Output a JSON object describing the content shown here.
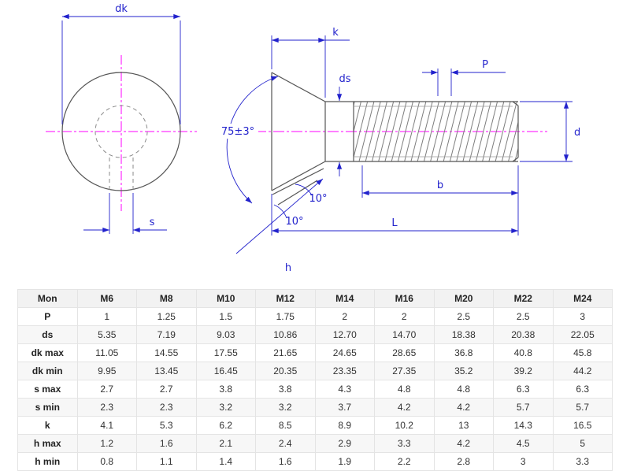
{
  "drawing": {
    "labels": {
      "dk": "dk",
      "s": "s",
      "k": "k",
      "ds": "ds",
      "p": "P",
      "d": "d",
      "b": "b",
      "l": "L",
      "h": "h",
      "head_angle": "75±3°",
      "neck_angle_1": "10°",
      "neck_angle_2": "10°"
    },
    "colors": {
      "dimension": "#2222cc",
      "centerline": "#ff00ff",
      "outline": "#555555"
    }
  },
  "table": {
    "headers": [
      "Mon",
      "M6",
      "M8",
      "M10",
      "M12",
      "M14",
      "M16",
      "M20",
      "M22",
      "M24"
    ],
    "rows": [
      {
        "label": "P",
        "values": [
          "1",
          "1.25",
          "1.5",
          "1.75",
          "2",
          "2",
          "2.5",
          "2.5",
          "3"
        ]
      },
      {
        "label": "ds",
        "values": [
          "5.35",
          "7.19",
          "9.03",
          "10.86",
          "12.70",
          "14.70",
          "18.38",
          "20.38",
          "22.05"
        ]
      },
      {
        "label": "dk max",
        "values": [
          "11.05",
          "14.55",
          "17.55",
          "21.65",
          "24.65",
          "28.65",
          "36.8",
          "40.8",
          "45.8"
        ]
      },
      {
        "label": "dk min",
        "values": [
          "9.95",
          "13.45",
          "16.45",
          "20.35",
          "23.35",
          "27.35",
          "35.2",
          "39.2",
          "44.2"
        ]
      },
      {
        "label": "s max",
        "values": [
          "2.7",
          "2.7",
          "3.8",
          "3.8",
          "4.3",
          "4.8",
          "4.8",
          "6.3",
          "6.3"
        ]
      },
      {
        "label": "s min",
        "values": [
          "2.3",
          "2.3",
          "3.2",
          "3.2",
          "3.7",
          "4.2",
          "4.2",
          "5.7",
          "5.7"
        ]
      },
      {
        "label": "k",
        "values": [
          "4.1",
          "5.3",
          "6.2",
          "8.5",
          "8.9",
          "10.2",
          "13",
          "14.3",
          "16.5"
        ]
      },
      {
        "label": "h max",
        "values": [
          "1.2",
          "1.6",
          "2.1",
          "2.4",
          "2.9",
          "3.3",
          "4.2",
          "4.5",
          "5"
        ]
      },
      {
        "label": "h min",
        "values": [
          "0.8",
          "1.1",
          "1.4",
          "1.6",
          "1.9",
          "2.2",
          "2.8",
          "3",
          "3.3"
        ]
      }
    ]
  }
}
